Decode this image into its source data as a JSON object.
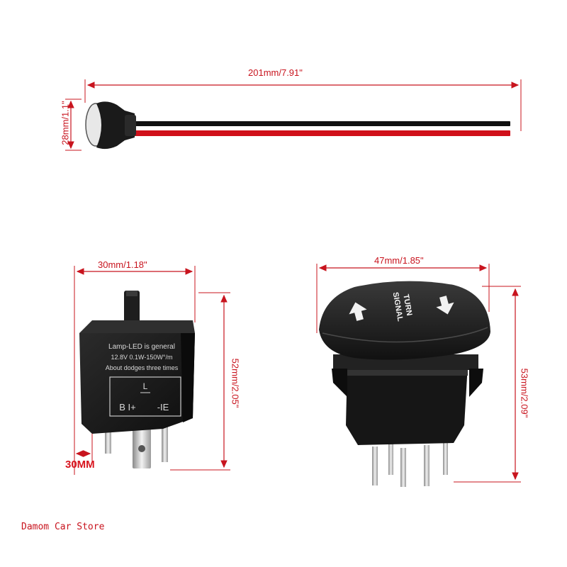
{
  "dimensions": {
    "wire_length": "201mm/7.91\"",
    "light_height": "28mm/1.1\"",
    "relay_width": "30mm/1.18\"",
    "relay_height": "52mm/2.05\"",
    "relay_pin": "30MM",
    "switch_width": "47mm/1.85\"",
    "switch_height": "53mm/2.09\""
  },
  "relay": {
    "line1": "Lamp-LED is general",
    "line2": "12.8V 0.1W-150W°/m",
    "line3": "About dodges three times",
    "terminal_l": "L",
    "terminal_b": "B I+",
    "terminal_e": "-IE"
  },
  "switch": {
    "label_line1": "TURN",
    "label_line2": "SIGNAL"
  },
  "store": "Damom Car Store",
  "colors": {
    "dimension": "#c8141e",
    "wire_red": "#d0101a",
    "wire_black": "#111111",
    "body_black": "#1a1a1a"
  }
}
